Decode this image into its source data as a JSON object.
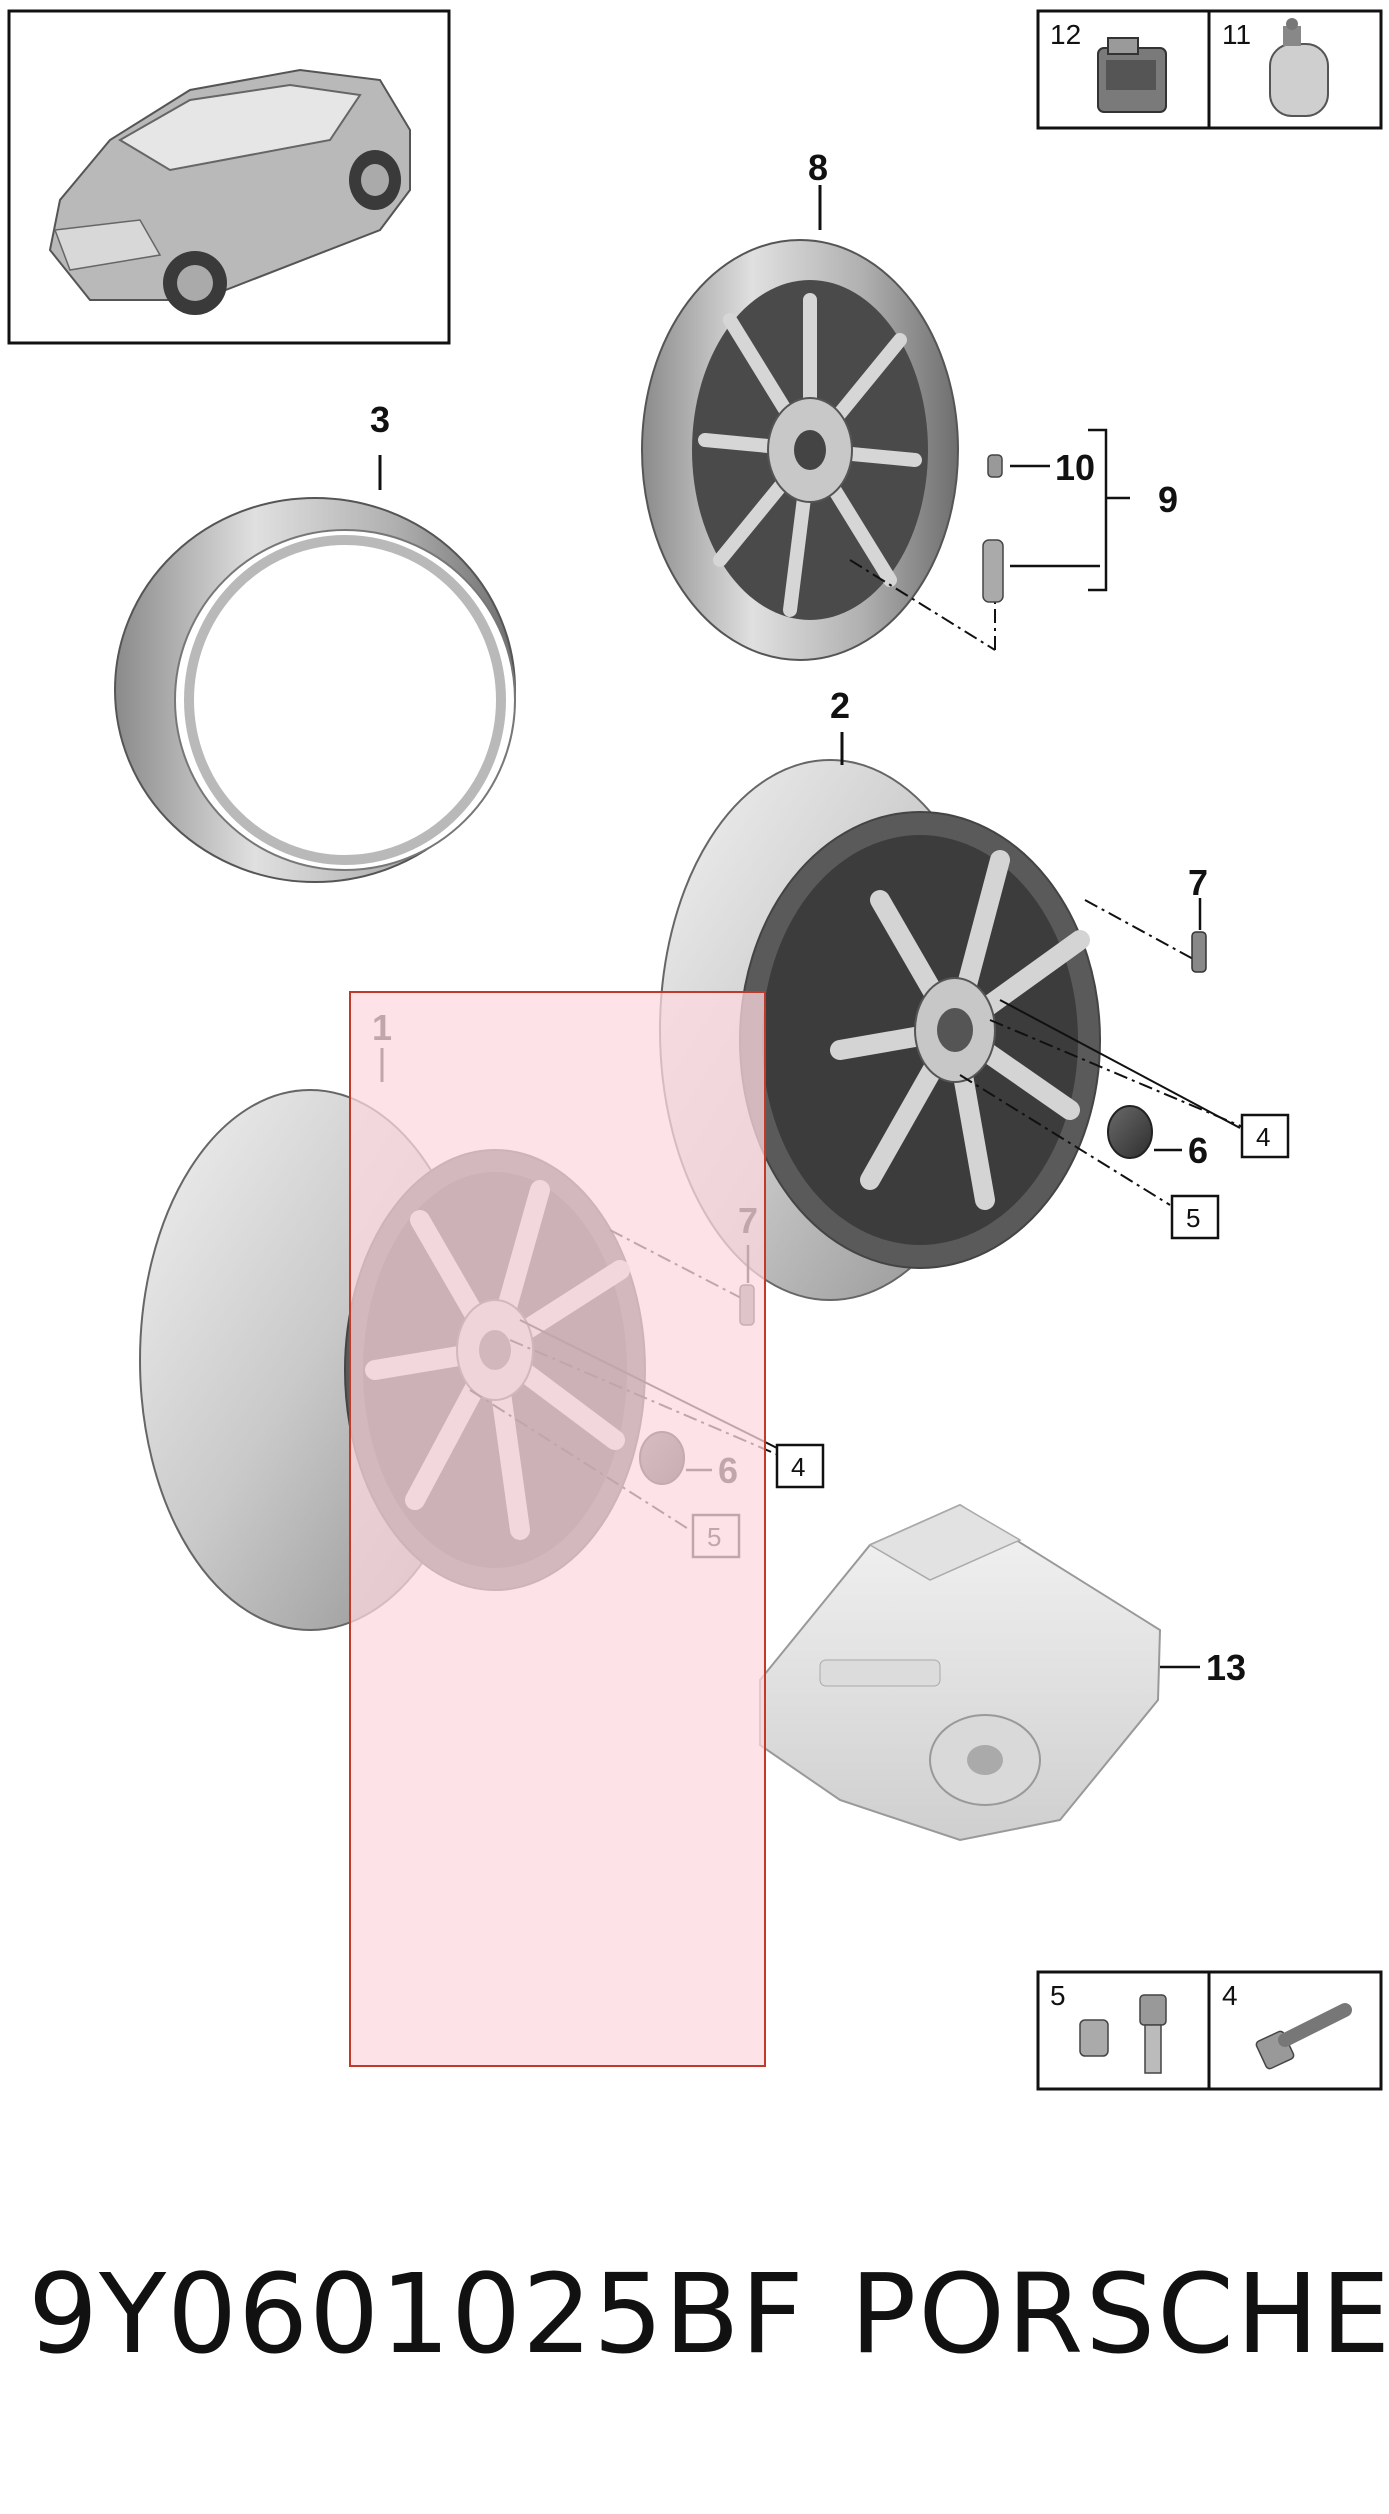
{
  "diagram": {
    "callouts": {
      "wheel_rear": "1",
      "wheel_front": "2",
      "tire": "3",
      "bolt_box_a": "4",
      "lock_box_a": "5",
      "cap_a": "6",
      "sensor_a": "7",
      "spare_wheel": "8",
      "valve_group": "9",
      "valve_cap": "10",
      "bolt_box_b": "4",
      "lock_box_b": "5",
      "cap_b": "6",
      "sensor_b": "7",
      "tool_tray": "13"
    },
    "inset_top": {
      "left_label": "12",
      "right_label": "11"
    },
    "inset_bottom": {
      "left_label": "5",
      "right_label": "4"
    },
    "highlight_color": "#fcd8df",
    "highlight_border": "#c0392b"
  },
  "footer": {
    "part_number": "9Y0601025BF",
    "brand": "PORSCHE"
  }
}
